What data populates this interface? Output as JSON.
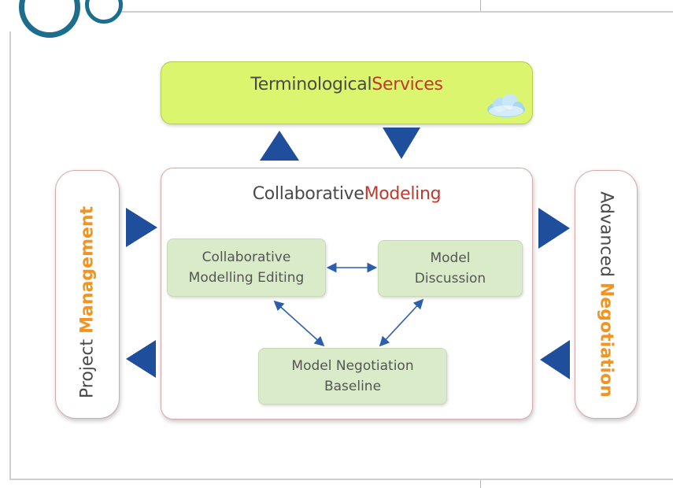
{
  "terminological_services": {
    "word_plain": "Terminological",
    "word_accent": "Services"
  },
  "collaborative_modeling": {
    "word_plain": "Collaborative",
    "word_accent": "Modeling",
    "items": [
      {
        "line1": "Collaborative",
        "line2": "Modelling Editing"
      },
      {
        "line1": "Model",
        "line2": "Discussion"
      },
      {
        "line1": "Model Negotiation",
        "line2": "Baseline"
      }
    ]
  },
  "project_management": {
    "word_plain": "Project",
    "word_accent": "Management"
  },
  "advanced_negotiation": {
    "word_plain": "Advanced",
    "word_accent": "Negotiation"
  },
  "icons": [
    "cloud-icon",
    "arrow-up-icon",
    "arrow-down-icon",
    "arrow-right-icon",
    "arrow-left-icon",
    "bidirectional-arrow-icon"
  ],
  "colors": {
    "services_fill": "#dcf56e",
    "arrow_blue": "#1f4e9c",
    "accent_orange": "#f2941f",
    "accent_red": "#c0392b",
    "subbox_fill": "#d9ebc9"
  }
}
